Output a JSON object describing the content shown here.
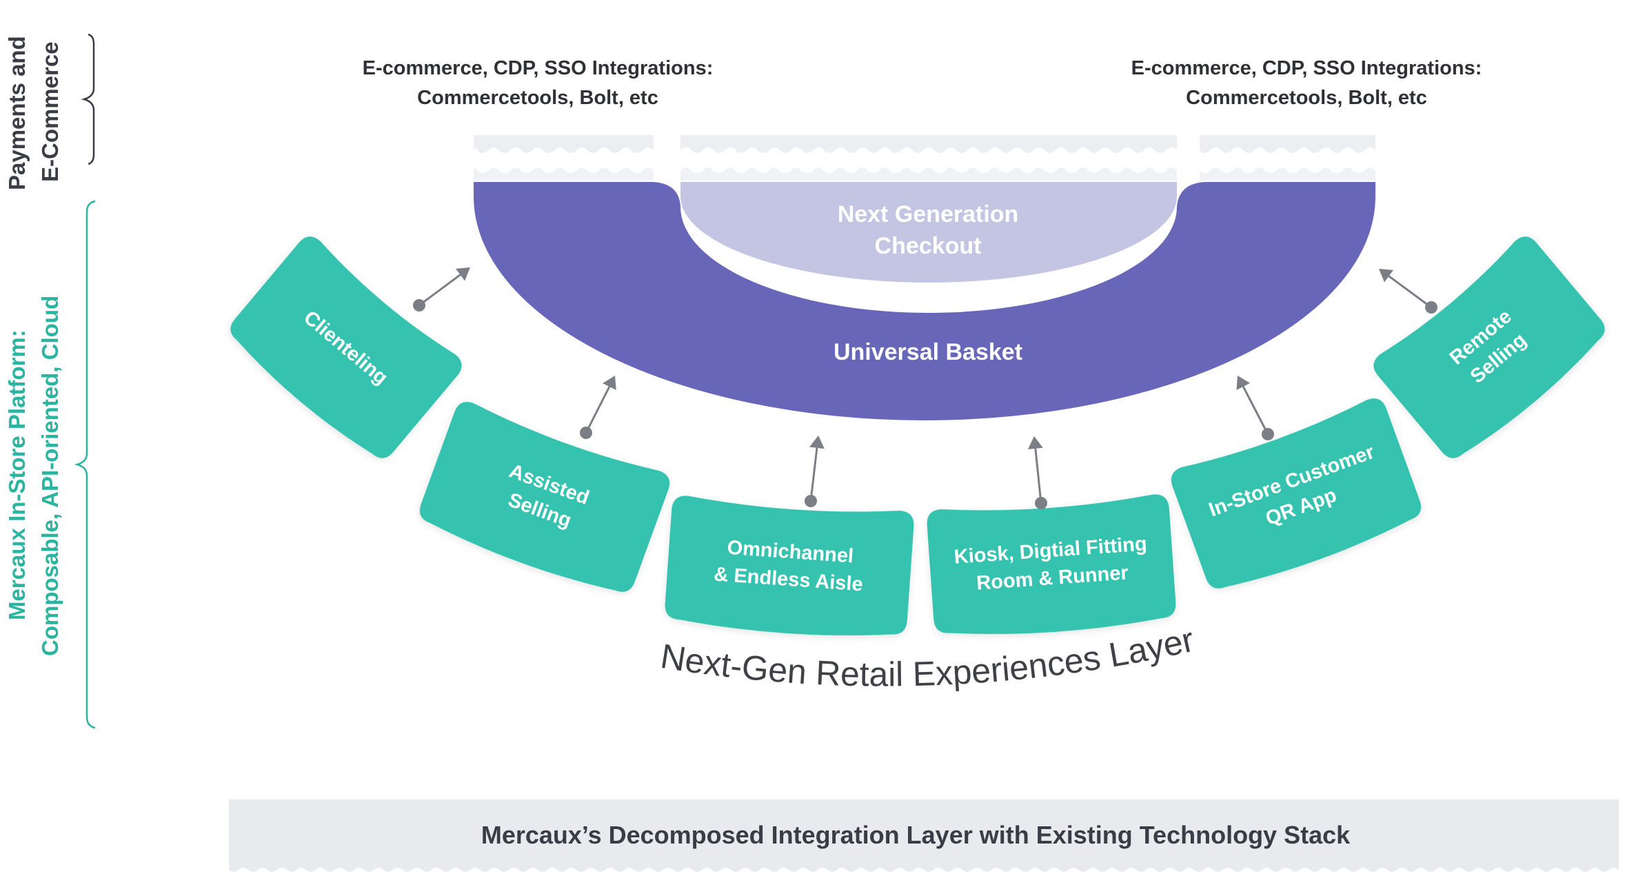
{
  "side_labels": {
    "top": [
      "Payments and",
      "E-Commerce"
    ],
    "bottom": [
      "Mercaux In-Store Platform:",
      "Composable, API-oriented, Cloud"
    ]
  },
  "integrations": {
    "left": [
      "E-commerce, CDP, SSO Integrations:",
      "Commercetools, Bolt, etc"
    ],
    "right": [
      "E-commerce, CDP, SSO Integrations:",
      "Commercetools, Bolt, etc"
    ]
  },
  "center": {
    "checkout": [
      "Next Generation",
      "Checkout"
    ],
    "basket": "Universal Basket"
  },
  "experiences": [
    {
      "id": "clienteling",
      "lines": [
        "Clienteling"
      ]
    },
    {
      "id": "assisted-selling",
      "lines": [
        "Assisted",
        "Selling"
      ]
    },
    {
      "id": "omnichannel",
      "lines": [
        "Omnichannel",
        "& Endless Aisle"
      ]
    },
    {
      "id": "kiosk",
      "lines": [
        "Kiosk, Digtial Fitting",
        "Room & Runner"
      ]
    },
    {
      "id": "in-store-qr",
      "lines": [
        "In-Store Customer",
        "QR App"
      ]
    },
    {
      "id": "remote-selling",
      "lines": [
        "Remote",
        "Selling"
      ]
    }
  ],
  "layer_label": "Next-Gen Retail Experiences Layer",
  "bottom_bar": "Mercaux’s Decomposed Integration Layer with Existing Technology Stack",
  "colors": {
    "teal": "#34c3b0",
    "purple": "#6766b8",
    "lavender": "#c4c4e3",
    "arrow": "#7b7e85",
    "bar_bg": "#e8eaee"
  }
}
